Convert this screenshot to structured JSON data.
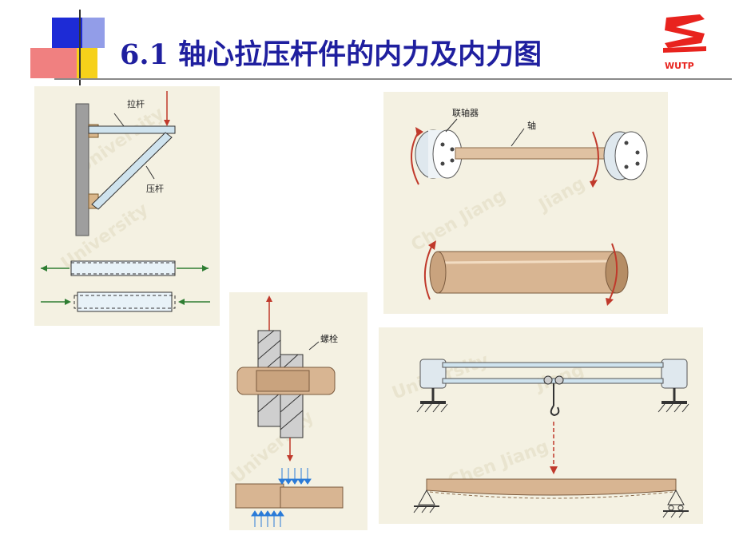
{
  "title": "6.1 轴心拉压杆件的内力及内力图",
  "logo": {
    "text": "WUTP",
    "color": "#e8231e"
  },
  "colors": {
    "title": "#1f1f9f",
    "panel_bg": "#f4f1e2",
    "arrow_red": "#c0392b",
    "arrow_green": "#2e7d32",
    "arrow_blue": "#2a7bd8"
  },
  "figures": {
    "bracket": {
      "tie_rod_label": "拉杆",
      "strut_label": "压杆"
    },
    "shaft": {
      "coupling_label": "联轴器",
      "shaft_label": "轴"
    },
    "bolt": {
      "bolt_label": "螺栓"
    }
  }
}
